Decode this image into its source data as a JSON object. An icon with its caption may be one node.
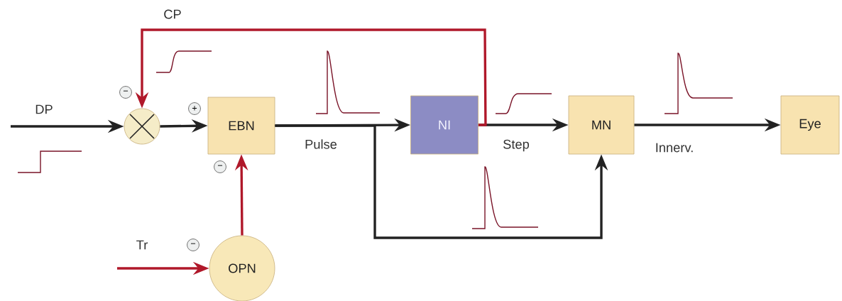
{
  "diagram": {
    "nodes": [
      {
        "text": [],
        "shape": "circle"
      },
      {
        "text": [
          "EBN"
        ]
      },
      {
        "text": [
          "NI"
        ]
      },
      {
        "text": [
          "MN"
        ]
      },
      {
        "text": [
          "Eye"
        ]
      },
      {
        "text": [
          "OPN"
        ]
      }
    ],
    "edges": [
      {
        "from": null,
        "to": 0,
        "arrow": "to",
        "label": "DP"
      },
      {
        "from": 0,
        "to": 1,
        "arrow": "to"
      },
      {
        "from": 1,
        "to": 2,
        "arrow": "to",
        "label": "Pulse"
      },
      {
        "from": 1,
        "to": 3,
        "arrow": "to"
      },
      {
        "from": 2,
        "to": 3,
        "arrow": "to",
        "label": "Step"
      },
      {
        "from": 3,
        "to": 4,
        "arrow": "to",
        "label": "Innerv."
      },
      {
        "from": 2,
        "to": 0,
        "arrow": "to",
        "label": "CP",
        "color": "#b0182a"
      },
      {
        "from": 5,
        "to": 1,
        "arrow": "to",
        "color": "#b0182a"
      },
      {
        "from": null,
        "to": 5,
        "arrow": "to",
        "label": "Tr",
        "color": "#b0182a"
      }
    ],
    "labels": [
      "−",
      "+",
      "−",
      "−"
    ]
  }
}
